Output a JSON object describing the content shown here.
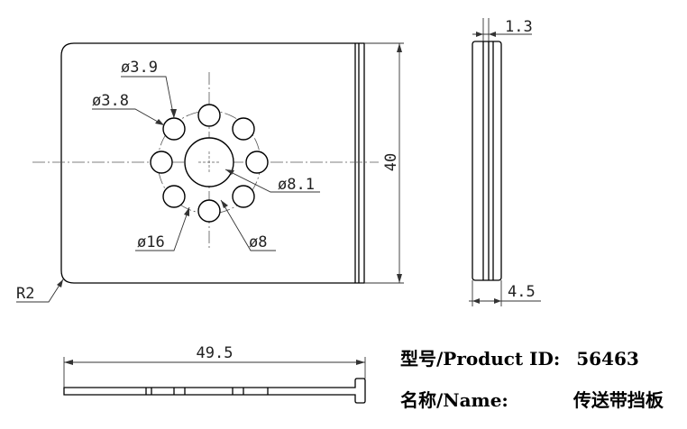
{
  "dimensions": {
    "hole_small_a": "ø3.9",
    "hole_small_b": "ø3.8",
    "center_hole": "ø8.1",
    "bolt_circle": "ø16",
    "spacing": "ø8",
    "corner_radius": "R2",
    "height": "40",
    "width": "49.5",
    "thickness": "1.3",
    "rim_width": "4.5"
  },
  "title_block": {
    "model_label": "型号/Product ID:",
    "model_value": "56463",
    "name_label": "名称/Name:",
    "name_value": "传送带挡板"
  },
  "colors": {
    "outline": "#000000",
    "centerline": "#555555",
    "leader": "#444444"
  }
}
